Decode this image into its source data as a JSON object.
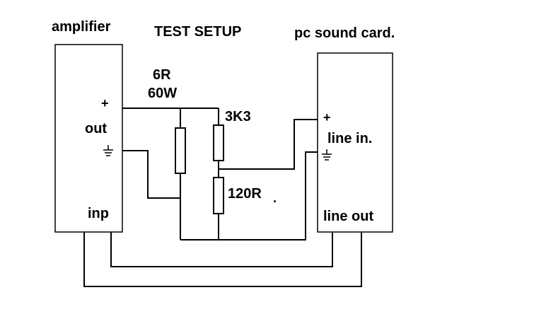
{
  "diagram": {
    "title": "TEST SETUP",
    "amplifier": {
      "name": "amplifier",
      "out_label": "out",
      "plus_label": "+",
      "inp_label": "inp"
    },
    "sound_card": {
      "name": "pc sound card.",
      "plus_label": "+",
      "line_in_label": "line in.",
      "line_out_label": "line out"
    },
    "load_resistor": {
      "resistance": "6R",
      "power": "60W"
    },
    "divider_top_resistor": "3K3",
    "divider_bottom_resistor": "120R",
    "stray_mark": "."
  },
  "colors": {
    "line": "#000000",
    "background": "#ffffff"
  }
}
